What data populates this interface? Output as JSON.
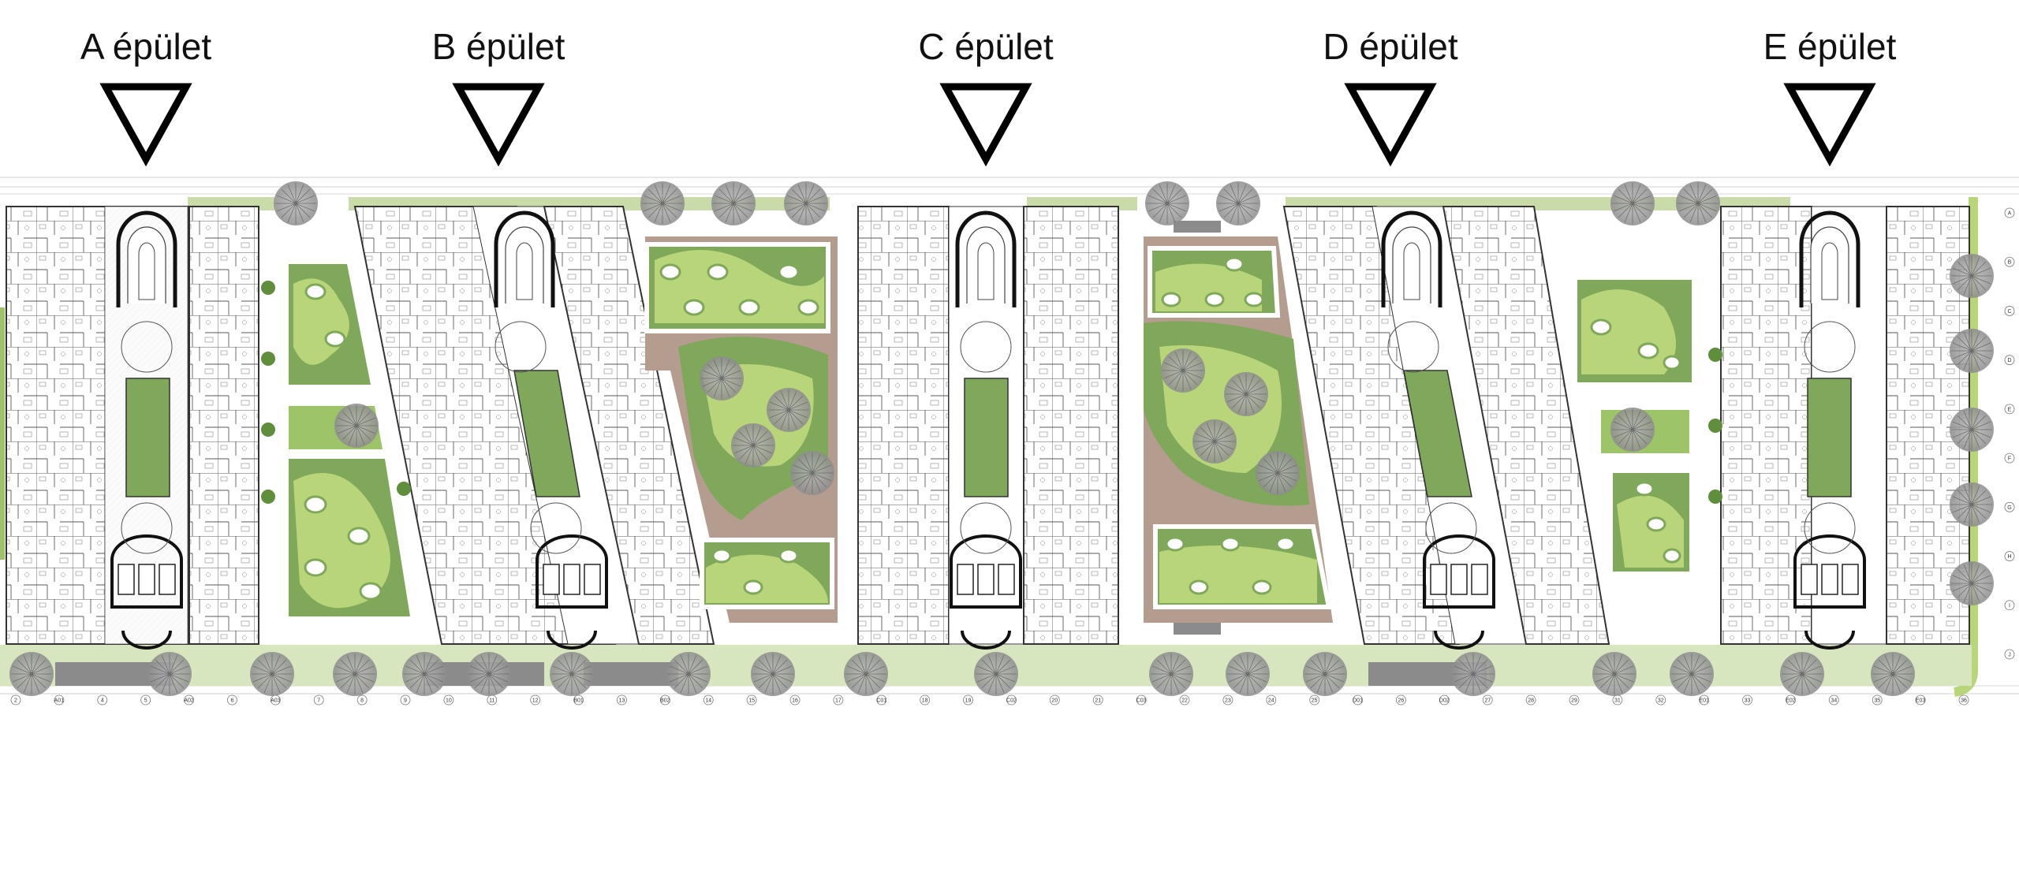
{
  "buildings": [
    {
      "label": "A épület"
    },
    {
      "label": "B épület"
    },
    {
      "label": "C épület"
    },
    {
      "label": "D épület"
    },
    {
      "label": "E épület"
    }
  ],
  "axis_labels": [
    "2",
    "A01",
    "4",
    "5",
    "A02",
    "6",
    "A03",
    "7",
    "8",
    "9",
    "10",
    "11",
    "12",
    "B01",
    "13",
    "B02",
    "14",
    "15",
    "16",
    "17",
    "C01",
    "18",
    "19",
    "C02",
    "20",
    "21",
    "C03",
    "22",
    "23",
    "24",
    "25",
    "D01",
    "26",
    "D02",
    "27",
    "28",
    "29",
    "31",
    "32",
    "E01",
    "33",
    "E02",
    "34",
    "35",
    "E03",
    "36"
  ],
  "row_labels": [
    "A",
    "B",
    "C",
    "D",
    "E",
    "F",
    "G",
    "H",
    "I",
    "J"
  ],
  "colors": {
    "lawn_dark": "#7fa85a",
    "lawn_light": "#b9d57a",
    "lawn_mid": "#9ec46a",
    "strip": "#c9dba8",
    "path": "#b49c8e",
    "tree": "#9a9a9a",
    "line": "#3a3a3a",
    "marker": "#000000"
  }
}
